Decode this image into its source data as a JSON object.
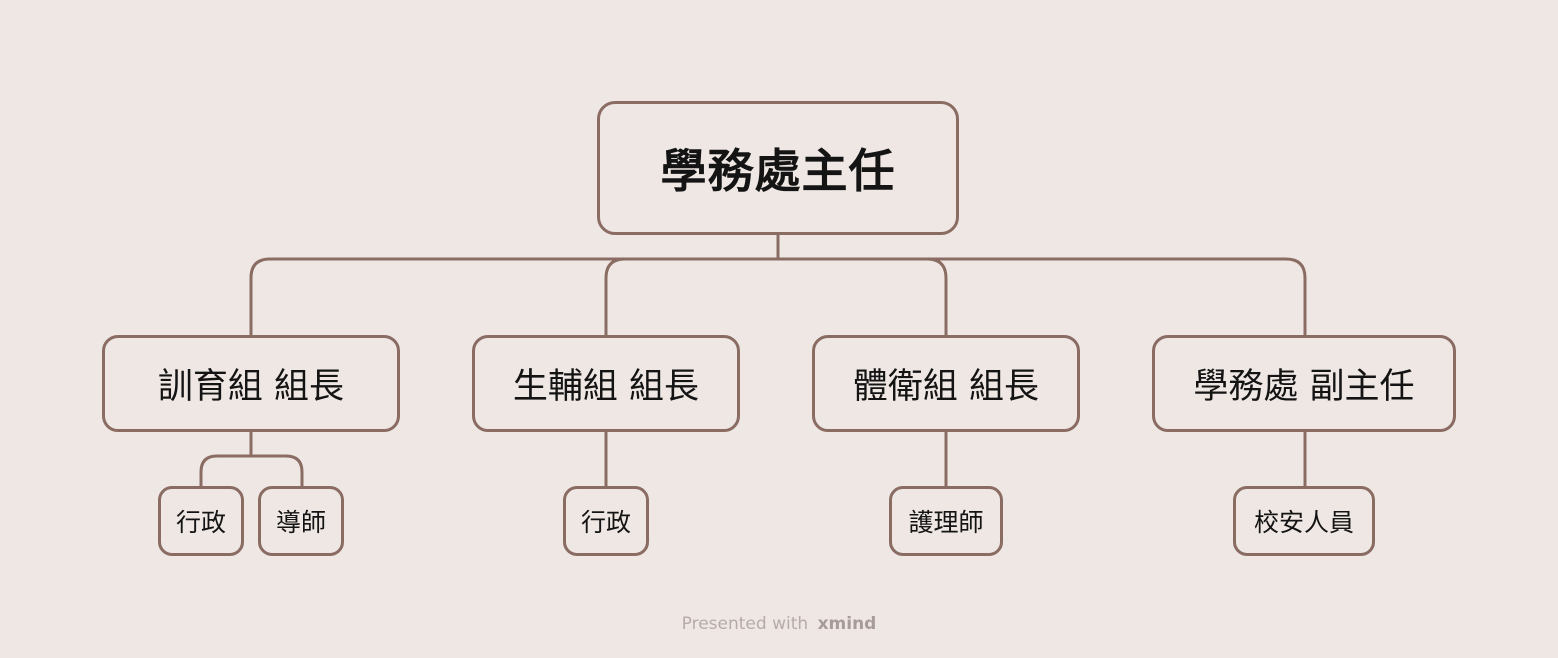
{
  "diagram": {
    "root": "學務處主任",
    "branches": [
      {
        "label": "訓育組 組長",
        "children": [
          "行政",
          "導師"
        ]
      },
      {
        "label": "生輔組 組長",
        "children": [
          "行政"
        ]
      },
      {
        "label": "體衛組 組長",
        "children": [
          "護理師"
        ]
      },
      {
        "label": "學務處 副主任",
        "children": [
          "校安人員"
        ]
      }
    ]
  },
  "footer": {
    "prefix": "Presented with",
    "brand": "xmind"
  },
  "colors": {
    "background": "#EEE7E4",
    "stroke": "#8A6C63",
    "text": "#141414"
  }
}
